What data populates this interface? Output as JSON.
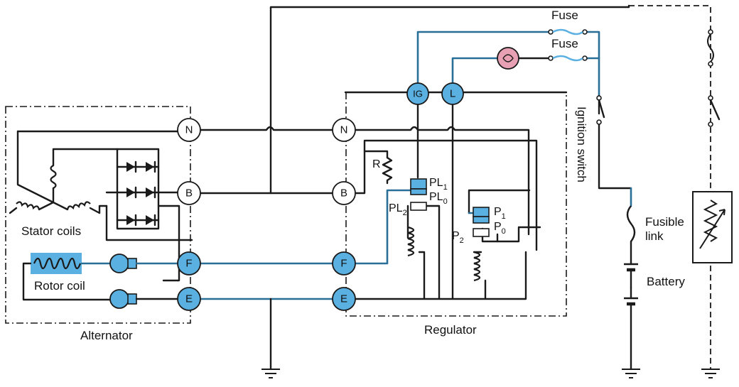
{
  "terminals": {
    "alternator": {
      "n": "N",
      "b": "B",
      "f": "F",
      "e": "E"
    },
    "regulator": {
      "n": "N",
      "b": "B",
      "f": "F",
      "e": "E",
      "ig": "IG",
      "l": "L"
    }
  },
  "labels": {
    "fuse_top": "Fuse",
    "fuse_second": "Fuse",
    "ignition_switch": "Ignition switch",
    "fusible_link_line1": "Fusible",
    "fusible_link_line2": "link",
    "battery": "Battery",
    "stator_coils": "Stator coils",
    "rotor_coil": "Rotor coil",
    "alternator": "Alternator",
    "regulator": "Regulator",
    "resistor": "R",
    "pl_main": "PL",
    "pl1_sub": "1",
    "pl0_sub": "0",
    "pl2_sub": "2",
    "p_main": "P",
    "p1_sub": "1",
    "p0_sub": "0",
    "p2_sub": "2"
  },
  "colors": {
    "highlight_terminal": "#5ab0e0",
    "highlight_wire": "#2a6f98",
    "lamp": "#e8a0b4",
    "line": "#1a1a1a"
  }
}
